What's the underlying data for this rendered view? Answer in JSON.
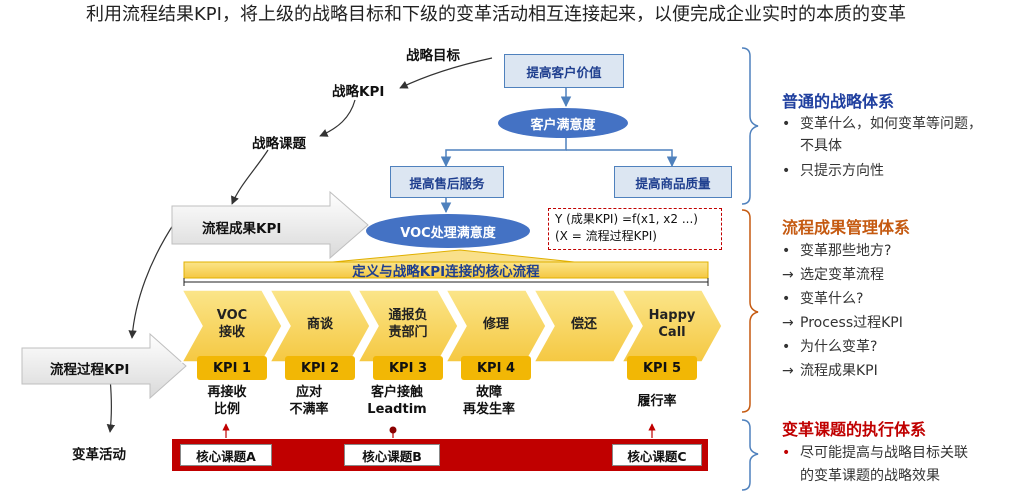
{
  "title": "利用流程结果KPI，将上级的战略目标和下级的变革活动相互连接起来，以便完成企业实时的本质的变革",
  "labels": {
    "strategy_goal": "战略目标",
    "strategy_kpi": "战略KPI",
    "strategy_topic": "战略课题",
    "process_result_kpi": "流程成果KPI",
    "process_kpi": "流程过程KPI",
    "change_activity": "变革活动"
  },
  "tree": {
    "top": "提高客户价值",
    "satisfaction": "客户满意度",
    "after_sales": "提高售后服务",
    "quality": "提高商品质量",
    "voc": "VOC处理满意度"
  },
  "formula": {
    "line1": "Y (成果KPI) =f(x1, x2 ...)",
    "line2": "(X = 流程过程KPI)"
  },
  "core_process_title": "定义与战略KPI连接的核心流程",
  "steps": [
    {
      "label": "VOC\n接收",
      "kpi": "KPI 1",
      "kpi_text": "再接收\n比例"
    },
    {
      "label": "商谈",
      "kpi": "KPI 2",
      "kpi_text": "应对\n不满率"
    },
    {
      "label": "通报负\n责部门",
      "kpi": "KPI 3",
      "kpi_text": "客户接触\nLeadtim"
    },
    {
      "label": "修理",
      "kpi": "KPI 4",
      "kpi_text": "故障\n再发生率"
    },
    {
      "label": "偿还"
    },
    {
      "label": "Happy\nCall",
      "kpi": "KPI 5",
      "kpi_text": "履行率"
    }
  ],
  "tasks": [
    "核心课题A",
    "核心课题B",
    "核心课题C"
  ],
  "sections": [
    {
      "title": "普通的战略体系",
      "color": "#1f3f9f",
      "items": [
        {
          "m": "•",
          "t": "变革什么，如何变革等问题，"
        },
        {
          "m": "",
          "t": "不具体"
        },
        {
          "m": "•",
          "t": "只提示方向性"
        }
      ]
    },
    {
      "title": "流程成果管理体系",
      "color": "#c55a11",
      "items": [
        {
          "m": "•",
          "t": "变革那些地方?"
        },
        {
          "m": "→",
          "t": "选定变革流程"
        },
        {
          "m": "•",
          "t": "变革什么?"
        },
        {
          "m": "→",
          "t": "Process过程KPI"
        },
        {
          "m": "•",
          "t": "为什么变革?"
        },
        {
          "m": "→",
          "t": "流程成果KPI"
        }
      ]
    },
    {
      "title": "变革课题的执行体系",
      "color": "#c00000",
      "items": [
        {
          "m": "•",
          "t": "尽可能提高与战略目标关联"
        },
        {
          "m": "",
          "t": "的变革课题的战略效果"
        }
      ]
    }
  ],
  "colors": {
    "box_border": "#4f81bd",
    "box_fill": "#dce6f2",
    "oval": "#4472c4",
    "chevron": "#f9d65c",
    "kpi": "#f2b705",
    "task_bar": "#c00000"
  }
}
